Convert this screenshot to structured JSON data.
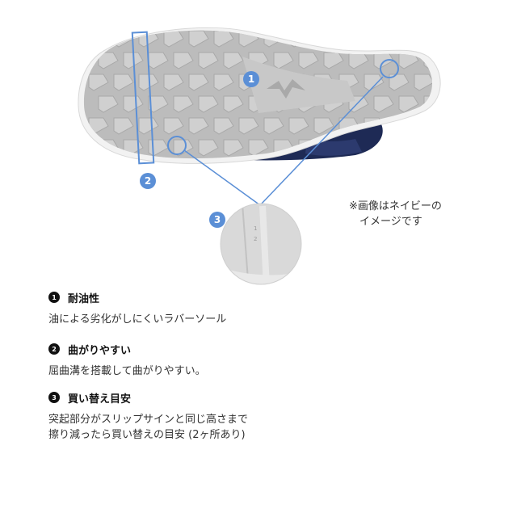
{
  "note": "※画像はネイビーの\n　イメージです",
  "callouts": [
    "1",
    "2",
    "3"
  ],
  "zoom_marks": [
    "1",
    "2"
  ],
  "features": [
    {
      "num": "1",
      "title": "耐油性",
      "desc": "油による劣化がしにくいラバーソール"
    },
    {
      "num": "2",
      "title": "曲がりやすい",
      "desc": "屈曲溝を搭載して曲がりやすい。"
    },
    {
      "num": "3",
      "title": "買い替え目安",
      "desc": "突起部分がスリップサインと同じ高さまで\n擦り減ったら買い替えの目安 (2ヶ所あり)"
    }
  ],
  "colors": {
    "callout": "#5b8fd6",
    "sole_gray": "#b8b8b8",
    "upper_navy": "#1e2a55"
  }
}
